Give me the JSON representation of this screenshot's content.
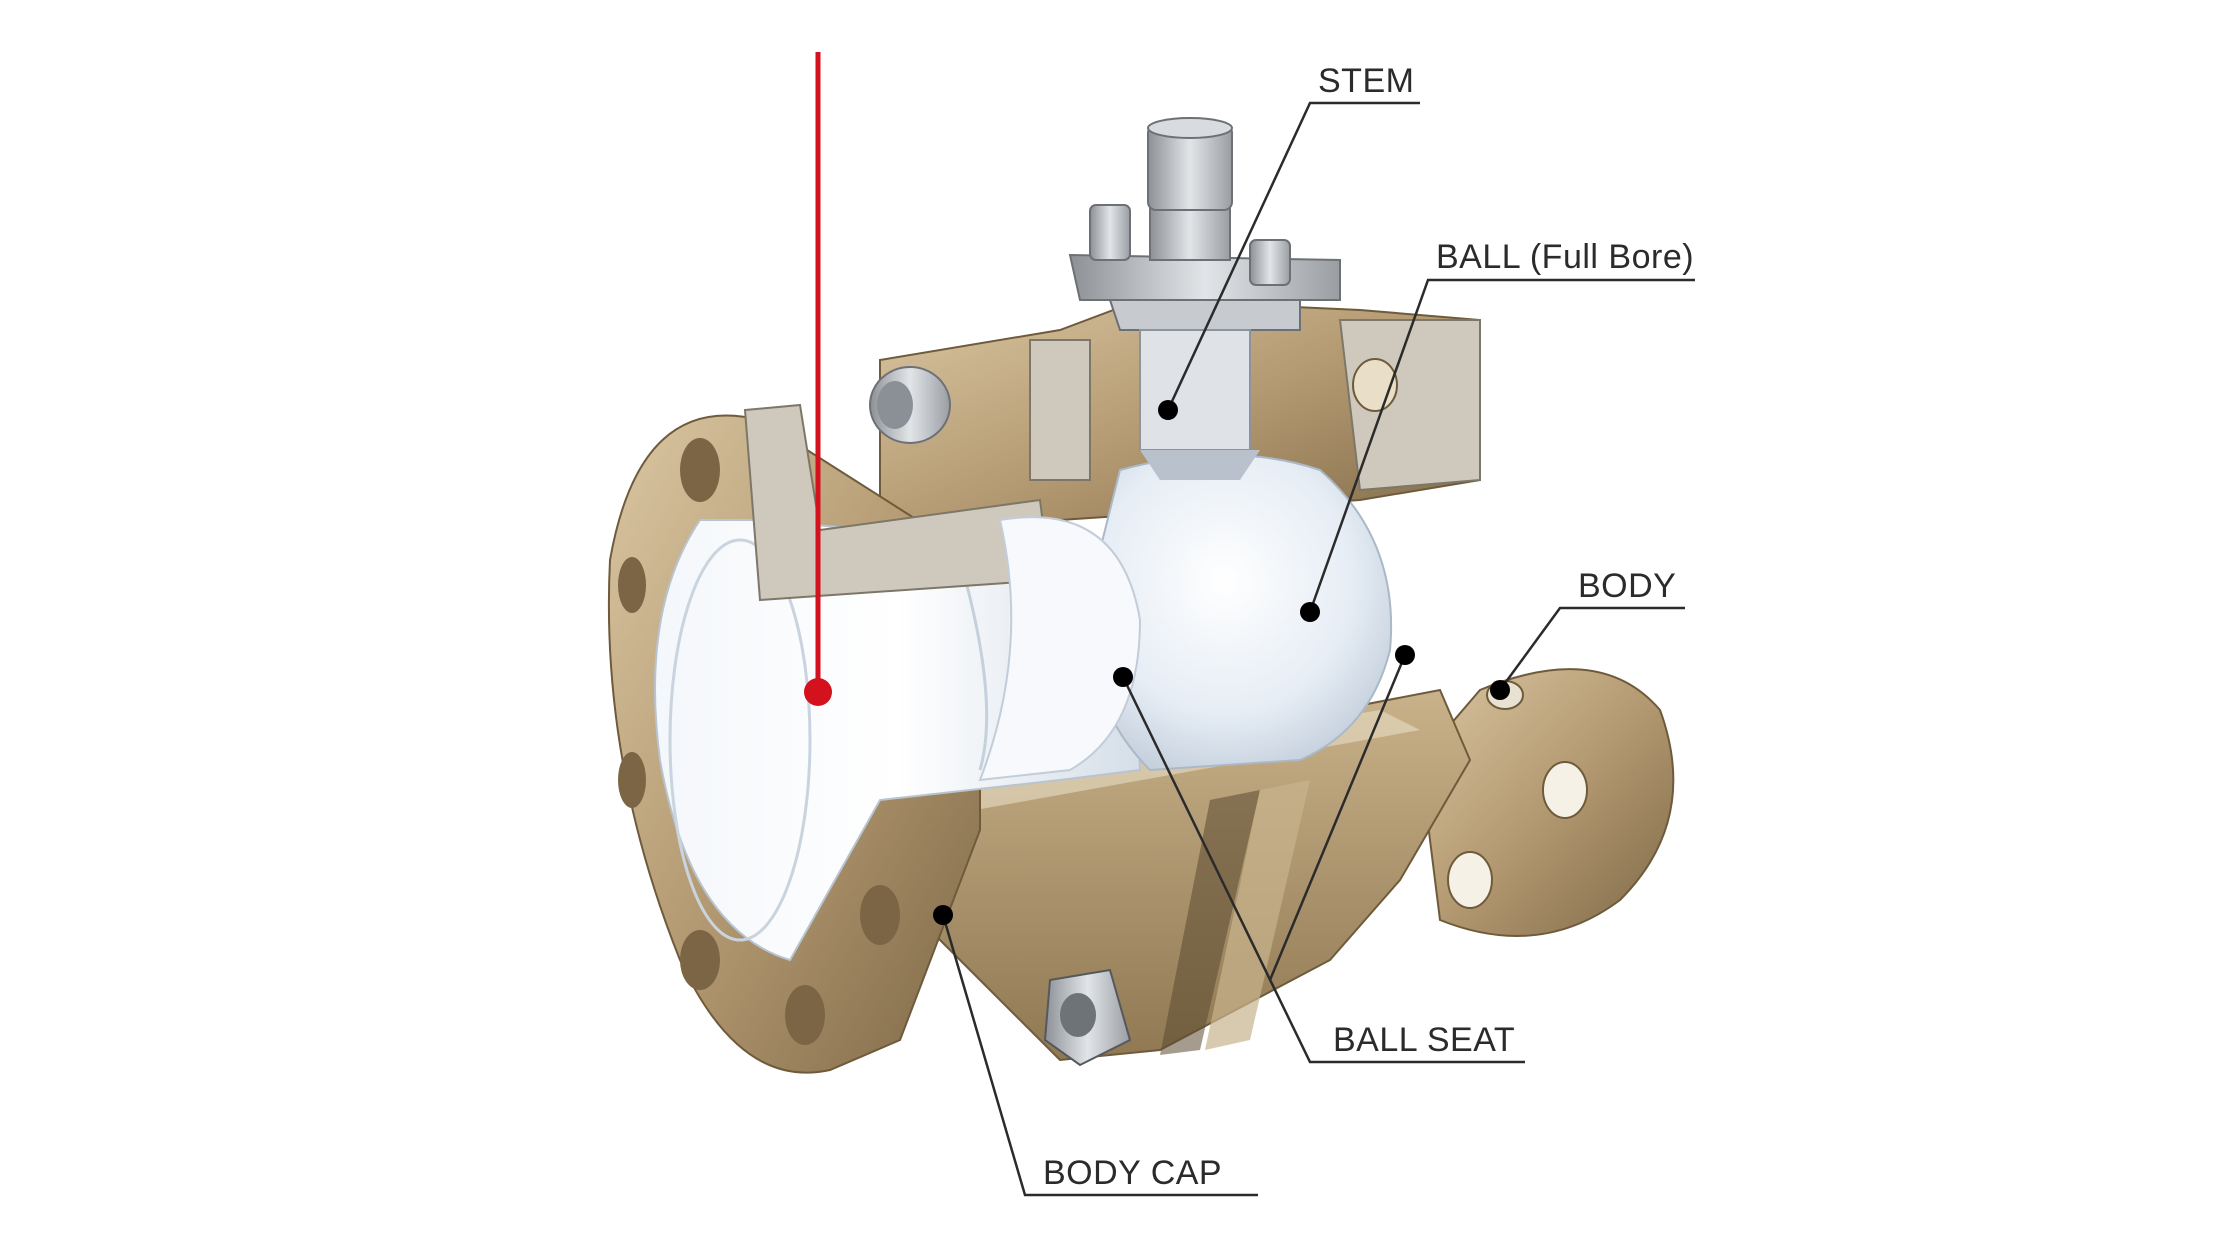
{
  "diagram": {
    "subject": "ball valve cutaway",
    "colors": {
      "bronze": "#b49a72",
      "bronze_dark": "#8a7350",
      "bronze_light": "#d6c29f",
      "lining": "#eef3f8",
      "steel": "#b8bcc0",
      "leader": "#2b2b2b",
      "pointer": "#d3121d",
      "dot": "#000000"
    }
  },
  "labels": {
    "stem": "STEM",
    "ball": "BALL (Full Bore)",
    "body": "BODY",
    "ball_seat": "BALL SEAT",
    "body_cap": "BODY CAP"
  }
}
